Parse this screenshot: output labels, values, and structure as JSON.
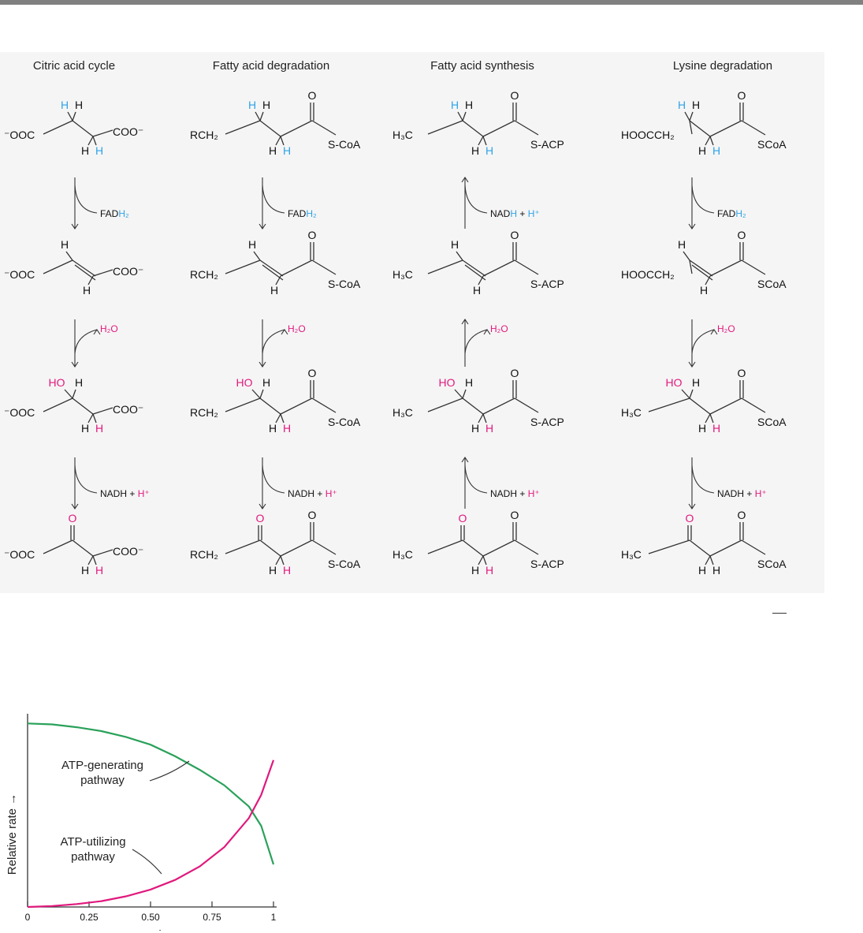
{
  "columns": [
    {
      "title": "Citric acid cycle",
      "left": "⁻OOC",
      "right": "COO⁻",
      "top_r": "H",
      "ald": false,
      "step1": {
        "dir": "down",
        "parts": [
          {
            "t": "FAD",
            "c": "k"
          },
          {
            "t": "H₂",
            "c": "b"
          }
        ]
      },
      "step2": {
        "dir": "down",
        "parts": [
          {
            "t": "H₂O",
            "c": "p"
          }
        ]
      },
      "step3": {
        "dir": "down",
        "parts": [
          {
            "t": "NADH  +  ",
            "c": "k"
          },
          {
            "t": "H⁺",
            "c": "p"
          }
        ]
      }
    },
    {
      "title": "Fatty acid degradation",
      "left": "RCH₂",
      "right": "S-CoA",
      "top_r": "H",
      "ald": true,
      "step1": {
        "dir": "down",
        "parts": [
          {
            "t": "FAD",
            "c": "k"
          },
          {
            "t": "H₂",
            "c": "b"
          }
        ]
      },
      "step2": {
        "dir": "down",
        "parts": [
          {
            "t": "H₂O",
            "c": "p"
          }
        ]
      },
      "step3": {
        "dir": "down",
        "parts": [
          {
            "t": "NADH  +  ",
            "c": "k"
          },
          {
            "t": "H⁺",
            "c": "p"
          }
        ]
      }
    },
    {
      "title": "Fatty acid synthesis",
      "left": "H₃C",
      "right": "S-ACP",
      "top_r": "H",
      "ald": true,
      "step1": {
        "dir": "up",
        "parts": [
          {
            "t": "NAD",
            "c": "k"
          },
          {
            "t": "H",
            "c": "b"
          },
          {
            "t": "  +  ",
            "c": "k"
          },
          {
            "t": "H⁺",
            "c": "b"
          }
        ]
      },
      "step2": {
        "dir": "up",
        "parts": [
          {
            "t": "H₂O",
            "c": "p"
          }
        ]
      },
      "step3": {
        "dir": "up",
        "parts": [
          {
            "t": "NADH  +  ",
            "c": "k"
          },
          {
            "t": "H⁺",
            "c": "p"
          }
        ]
      }
    },
    {
      "title": "Lysine degradation",
      "left": "HOOCCH₂",
      "left_late": "H₃C",
      "right": "SCoA",
      "top_r": "H",
      "ald": true,
      "step1": {
        "dir": "down",
        "parts": [
          {
            "t": "FAD",
            "c": "k"
          },
          {
            "t": "H₂",
            "c": "b"
          }
        ]
      },
      "step2": {
        "dir": "down",
        "parts": [
          {
            "t": "H₂O",
            "c": "p"
          }
        ]
      },
      "step3": {
        "dir": "down",
        "parts": [
          {
            "t": "NADH  +  ",
            "c": "k"
          },
          {
            "t": "H⁺",
            "c": "p"
          }
        ]
      }
    }
  ],
  "atoms": {
    "H": "H",
    "O": "O",
    "HO": "HO"
  },
  "chart_data": {
    "type": "line",
    "xlabel": "Energy charge",
    "ylabel": "Relative rate →",
    "xlim": [
      0,
      1
    ],
    "xticks": [
      "0",
      "0.25",
      "0.50",
      "0.75",
      "1"
    ],
    "xtick_values": [
      0,
      0.25,
      0.5,
      0.75,
      1
    ],
    "series": [
      {
        "name": "ATP-generating pathway",
        "color": "#2aa15a",
        "x": [
          0,
          0.1,
          0.2,
          0.3,
          0.4,
          0.5,
          0.6,
          0.7,
          0.8,
          0.9,
          0.95,
          1.0
        ],
        "y": [
          0.95,
          0.945,
          0.93,
          0.91,
          0.88,
          0.84,
          0.78,
          0.71,
          0.63,
          0.52,
          0.42,
          0.22
        ]
      },
      {
        "name": "ATP-utilizing pathway",
        "color": "#e0197d",
        "x": [
          0,
          0.1,
          0.2,
          0.3,
          0.4,
          0.5,
          0.6,
          0.7,
          0.8,
          0.9,
          0.95,
          1.0
        ],
        "y": [
          0,
          0.005,
          0.015,
          0.03,
          0.055,
          0.09,
          0.14,
          0.21,
          0.31,
          0.46,
          0.58,
          0.76
        ]
      }
    ],
    "labels": [
      [
        "ATP-generating",
        "pathway"
      ],
      [
        "ATP-utilizing",
        "pathway"
      ]
    ]
  }
}
